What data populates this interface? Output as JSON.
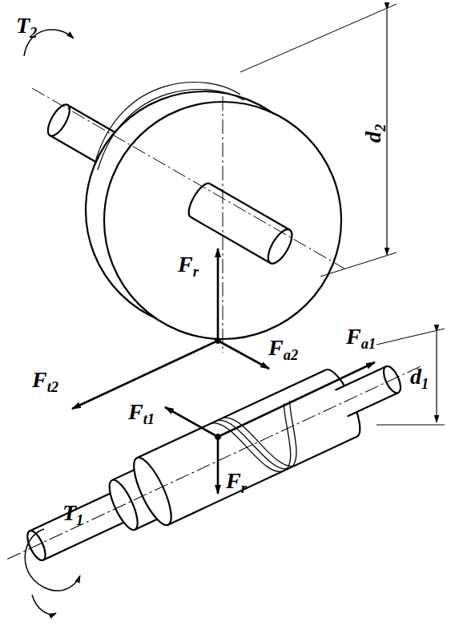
{
  "diagram": {
    "labels": [
      "T2",
      "d2",
      "Fr",
      "Fa2",
      "Fa1",
      "Ft2",
      "d1",
      "Ft1",
      "Fr",
      "T1"
    ]
  }
}
